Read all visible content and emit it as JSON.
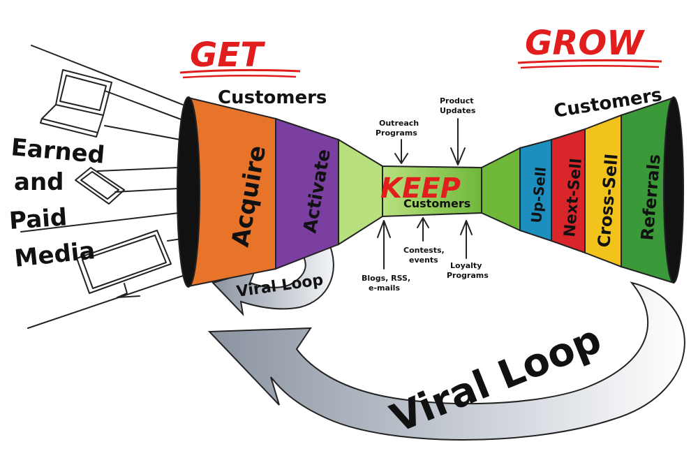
{
  "headings": {
    "get": "GET",
    "grow": "GROW",
    "keep": "KEEP"
  },
  "sublabels": {
    "get_customers": "Customers",
    "grow_customers": "Customers",
    "keep_customers": "Customers"
  },
  "media": {
    "line1": "Earned",
    "line2": "and",
    "line3": "Paid",
    "line4": "Media"
  },
  "get_stages": [
    {
      "label": "Acquire",
      "color": "#e8742a"
    },
    {
      "label": "Activate",
      "color": "#7a3fa0"
    }
  ],
  "grow_stages": [
    {
      "label": "Up-Sell",
      "color": "#1d8fbf"
    },
    {
      "label": "Next-Sell",
      "color": "#d8262b"
    },
    {
      "label": "Cross-Sell",
      "color": "#f2c21d"
    },
    {
      "label": "Referrals",
      "color": "#3a9a3a"
    }
  ],
  "keep_color": "#8fcf4a",
  "notes": {
    "outreach_1": "Outreach",
    "outreach_2": "Programs",
    "product_1": "Product",
    "product_2": "Updates",
    "contests_1": "Contests,",
    "contests_2": "events",
    "blogs_1": "Blogs, RSS,",
    "blogs_2": "e-mails",
    "loyalty_1": "Loyalty",
    "loyalty_2": "Programs"
  },
  "loops": {
    "small": "Viral Loop",
    "large": "Viral Loop"
  },
  "device_icons": [
    "laptop-icon",
    "tablet-icon",
    "monitor-icon"
  ],
  "colors": {
    "heading_red": "#e11d1d",
    "loop_gray": "#a9b1bc"
  }
}
